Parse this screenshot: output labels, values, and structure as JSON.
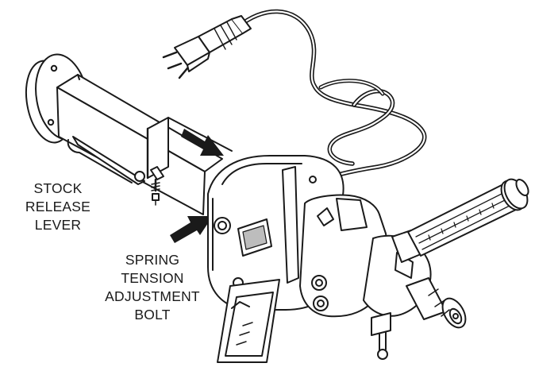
{
  "diagram": {
    "labels": {
      "stock_release_lever": [
        "STOCK",
        "RELEASE",
        "LEVER"
      ],
      "spring_tension_adjustment_bolt": [
        "SPRING",
        "TENSION",
        "ADJUSTMENT",
        "BOLT"
      ]
    },
    "colors": {
      "line": "#1a1a1a",
      "fill": "#ffffff",
      "shade": "#bdbdbd",
      "arrow": "#1a1a1a"
    },
    "icons": [
      "power-plug-icon",
      "direction-arrow-icon"
    ]
  }
}
